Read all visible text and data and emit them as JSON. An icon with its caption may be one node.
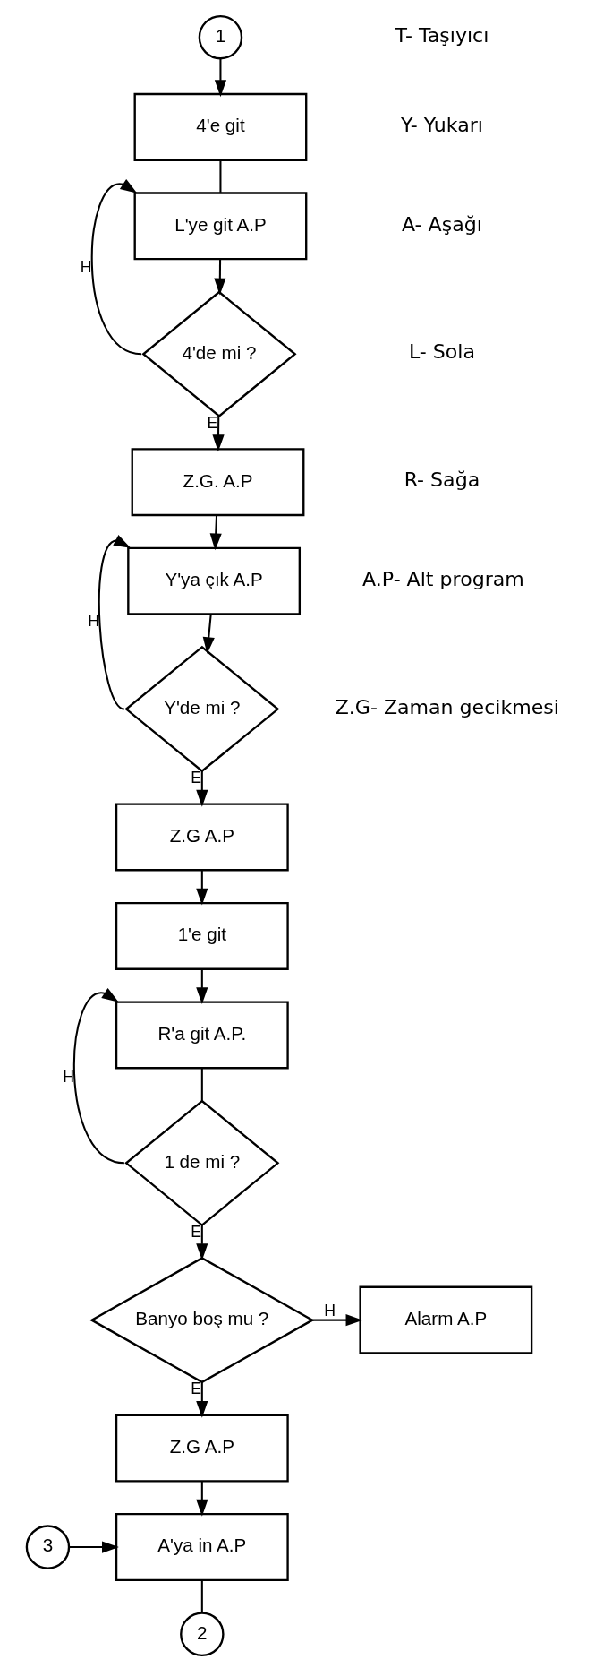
{
  "diagram": {
    "nodes": [
      {
        "text": [
          "1"
        ]
      },
      {
        "text": [
          "4'e git"
        ]
      },
      {
        "text": [
          "L'ye git A.P"
        ]
      },
      {
        "text": [
          "4'de mi ?"
        ]
      },
      {
        "text": [
          "Z.G. A.P"
        ]
      },
      {
        "text": [
          "Y'ya çık A.P"
        ]
      },
      {
        "text": [
          "Y'de mi ?"
        ]
      },
      {
        "text": [
          "Z.G A.P"
        ]
      },
      {
        "text": [
          "1'e git"
        ]
      },
      {
        "text": [
          "R'a git A.P."
        ]
      },
      {
        "text": [
          "1 de mi ?"
        ]
      },
      {
        "text": [
          "Banyo boş mu ?"
        ]
      },
      {
        "text": [
          "Alarm A.P"
        ]
      },
      {
        "text": [
          "Z.G A.P"
        ]
      },
      {
        "text": [
          "3"
        ]
      },
      {
        "text": [
          "A'ya in A.P"
        ]
      },
      {
        "text": [
          "2"
        ]
      }
    ],
    "edges": [
      {
        "from": 0,
        "to": 1,
        "arrow": "to"
      },
      {
        "from": 1,
        "to": 2,
        "arrow": "none"
      },
      {
        "from": 2,
        "to": 3,
        "arrow": "to"
      },
      {
        "from": 3,
        "to": 2,
        "arrow": "to",
        "label": "H"
      },
      {
        "from": 3,
        "to": 4,
        "arrow": "to",
        "label": "E"
      },
      {
        "from": 4,
        "to": 5,
        "arrow": "to"
      },
      {
        "from": 5,
        "to": 6,
        "arrow": "to"
      },
      {
        "from": 6,
        "to": 5,
        "arrow": "to",
        "label": "H"
      },
      {
        "from": 6,
        "to": 7,
        "arrow": "to",
        "label": "E"
      },
      {
        "from": 7,
        "to": 8,
        "arrow": "to"
      },
      {
        "from": 8,
        "to": 9,
        "arrow": "to"
      },
      {
        "from": 9,
        "to": 10,
        "arrow": "none"
      },
      {
        "from": 10,
        "to": 9,
        "arrow": "to",
        "label": "H"
      },
      {
        "from": 10,
        "to": 11,
        "arrow": "to",
        "label": "E"
      },
      {
        "from": 11,
        "to": 12,
        "arrow": "to",
        "label": "H"
      },
      {
        "from": 11,
        "to": 13,
        "arrow": "to",
        "label": "E"
      },
      {
        "from": 13,
        "to": 15,
        "arrow": "to"
      },
      {
        "from": 14,
        "to": 15,
        "arrow": "to"
      },
      {
        "from": 15,
        "to": 16,
        "arrow": "none"
      }
    ],
    "labels": [
      "T- Taşıyıcı",
      "Y- Yukarı",
      "A- Aşağı",
      "L- Sola",
      "R- Sağa",
      "A.P- Alt program",
      "Z.G- Zaman gecikmesi"
    ]
  }
}
